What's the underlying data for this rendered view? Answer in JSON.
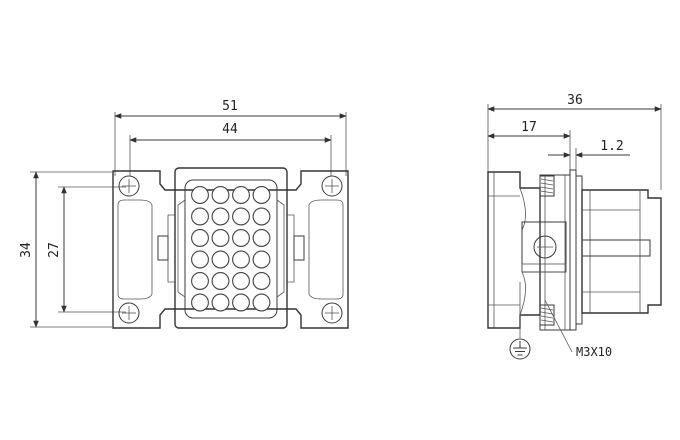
{
  "dimensions": {
    "front_width_outer": "51",
    "front_width_inner": "44",
    "front_height_outer": "34",
    "front_height_inner": "27",
    "side_depth_total": "36",
    "side_depth_front": "17",
    "side_offset_small": "1.2"
  },
  "labels": {
    "screw_spec": "M3X10"
  },
  "pin_grid": {
    "columns": 4,
    "rows": 6
  },
  "icons": {
    "ground": "ground-symbol-icon",
    "screw": "mounting-screw-icon"
  }
}
